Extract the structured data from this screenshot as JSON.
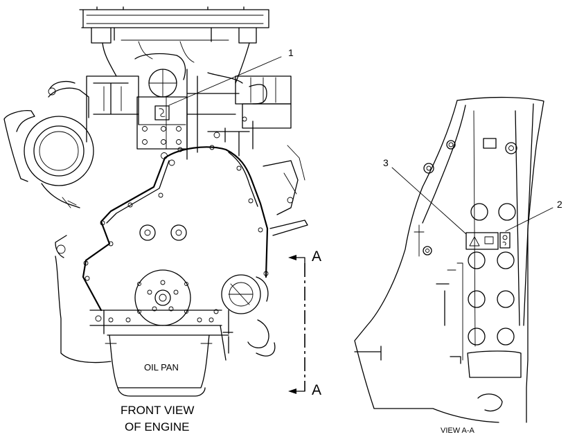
{
  "callouts": {
    "c1": "1",
    "c2": "2",
    "c3": "3"
  },
  "section_marks": {
    "top": "A",
    "bottom": "A"
  },
  "labels": {
    "oil_pan": "OIL PAN",
    "front_view_line1": "FRONT VIEW",
    "front_view_line2": "OF ENGINE",
    "view_aa": "VIEW A-A"
  }
}
